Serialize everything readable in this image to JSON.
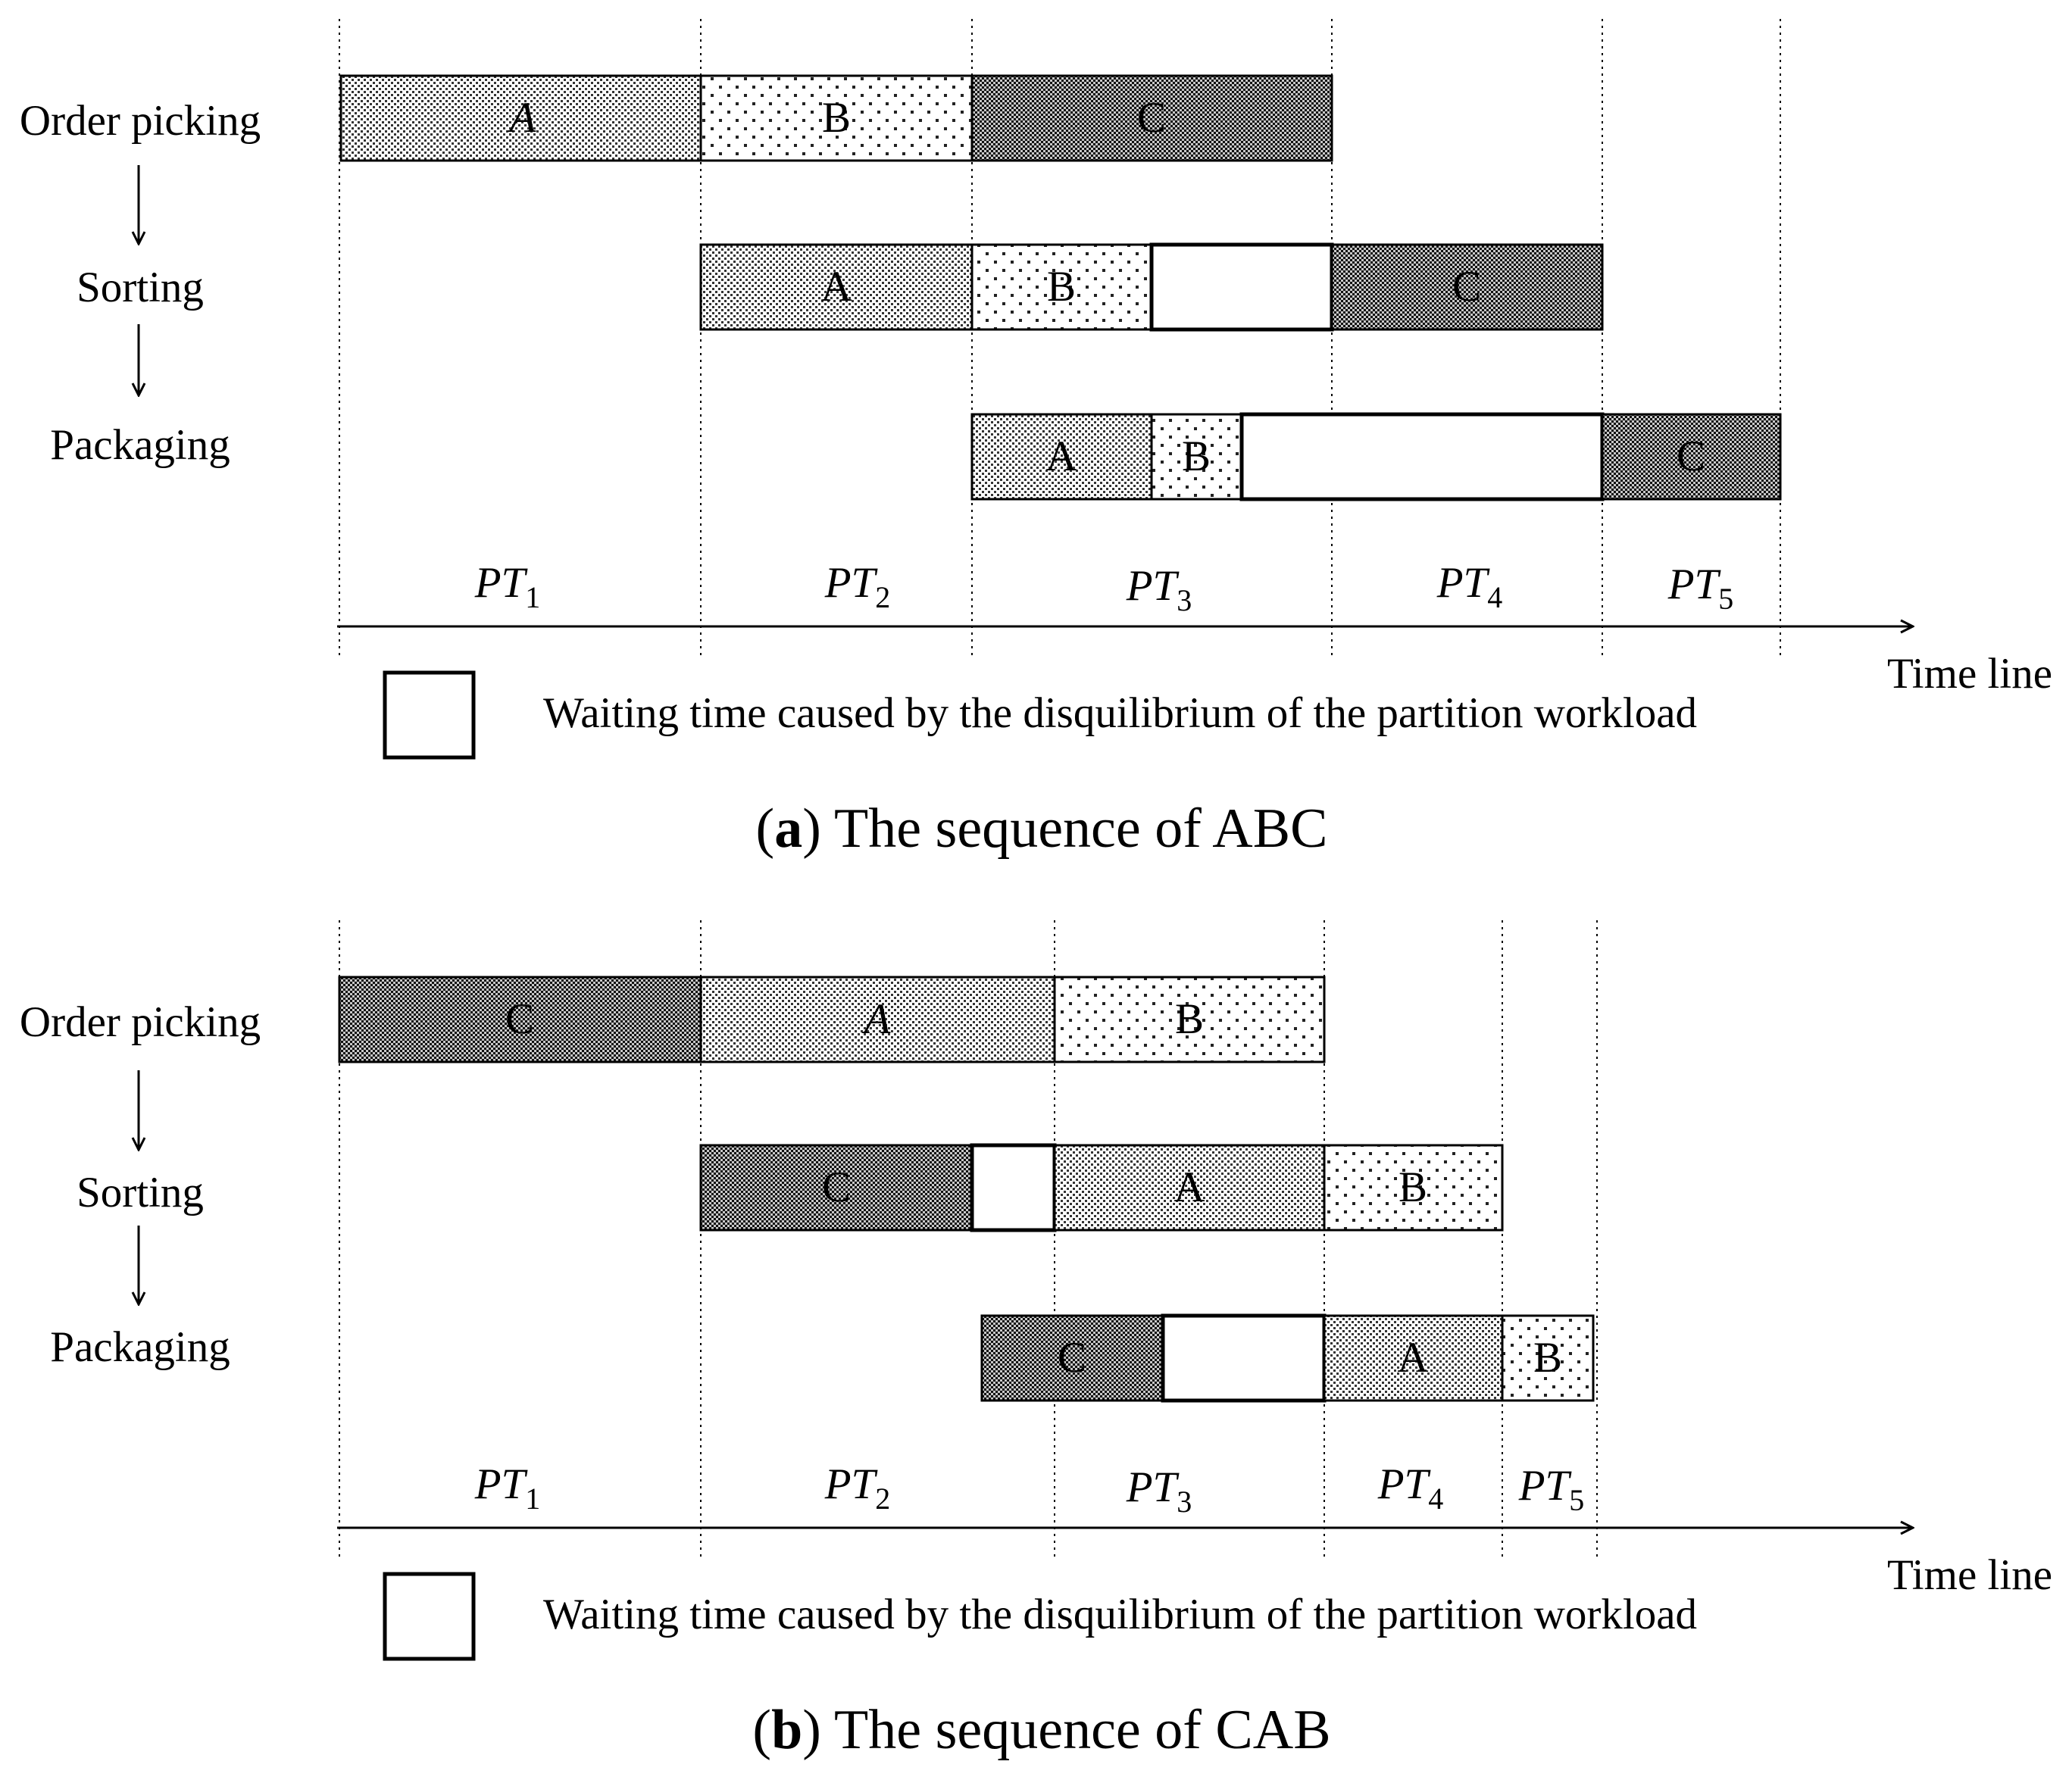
{
  "panels": [
    {
      "id": "a",
      "caption": {
        "letter": "a",
        "text": "The sequence of ABC"
      },
      "stages": [
        "Order picking",
        "Sorting",
        "Packaging"
      ],
      "rows": [
        [
          {
            "label": "A",
            "fill": "dense"
          },
          {
            "label": "B",
            "fill": "sparse"
          },
          {
            "label": "C",
            "fill": "dark"
          }
        ],
        [
          {
            "label": "A",
            "fill": "dense"
          },
          {
            "label": "B",
            "fill": "sparse"
          },
          {
            "label": "",
            "fill": "wait"
          },
          {
            "label": "C",
            "fill": "dark"
          }
        ],
        [
          {
            "label": "A",
            "fill": "dense"
          },
          {
            "label": "B",
            "fill": "sparse"
          },
          {
            "label": "",
            "fill": "wait"
          },
          {
            "label": "C",
            "fill": "dark"
          }
        ]
      ],
      "periods": [
        {
          "main": "PT",
          "sub": "1"
        },
        {
          "main": "PT",
          "sub": "2"
        },
        {
          "main": "PT",
          "sub": "3"
        },
        {
          "main": "PT",
          "sub": "4"
        },
        {
          "main": "PT",
          "sub": "5"
        }
      ],
      "axis_label": "Time line",
      "legend": "Waiting time caused by the disquilibrium of the partition workload"
    },
    {
      "id": "b",
      "caption": {
        "letter": "b",
        "text": "The sequence of CAB"
      },
      "stages": [
        "Order picking",
        "Sorting",
        "Packaging"
      ],
      "rows": [
        [
          {
            "label": "C",
            "fill": "dark"
          },
          {
            "label": "A",
            "fill": "dense"
          },
          {
            "label": "B",
            "fill": "sparse"
          }
        ],
        [
          {
            "label": "C",
            "fill": "dark"
          },
          {
            "label": "",
            "fill": "wait"
          },
          {
            "label": "A",
            "fill": "dense"
          },
          {
            "label": "B",
            "fill": "sparse"
          }
        ],
        [
          {
            "label": "C",
            "fill": "dark"
          },
          {
            "label": "",
            "fill": "wait"
          },
          {
            "label": "A",
            "fill": "dense"
          },
          {
            "label": "B",
            "fill": "sparse"
          }
        ]
      ],
      "periods": [
        {
          "main": "PT",
          "sub": "1"
        },
        {
          "main": "PT",
          "sub": "2"
        },
        {
          "main": "PT",
          "sub": "3"
        },
        {
          "main": "PT",
          "sub": "4"
        },
        {
          "main": "PT",
          "sub": "5"
        }
      ],
      "axis_label": "Time line",
      "legend": "Waiting time caused by the disquilibrium of the partition workload"
    }
  ]
}
